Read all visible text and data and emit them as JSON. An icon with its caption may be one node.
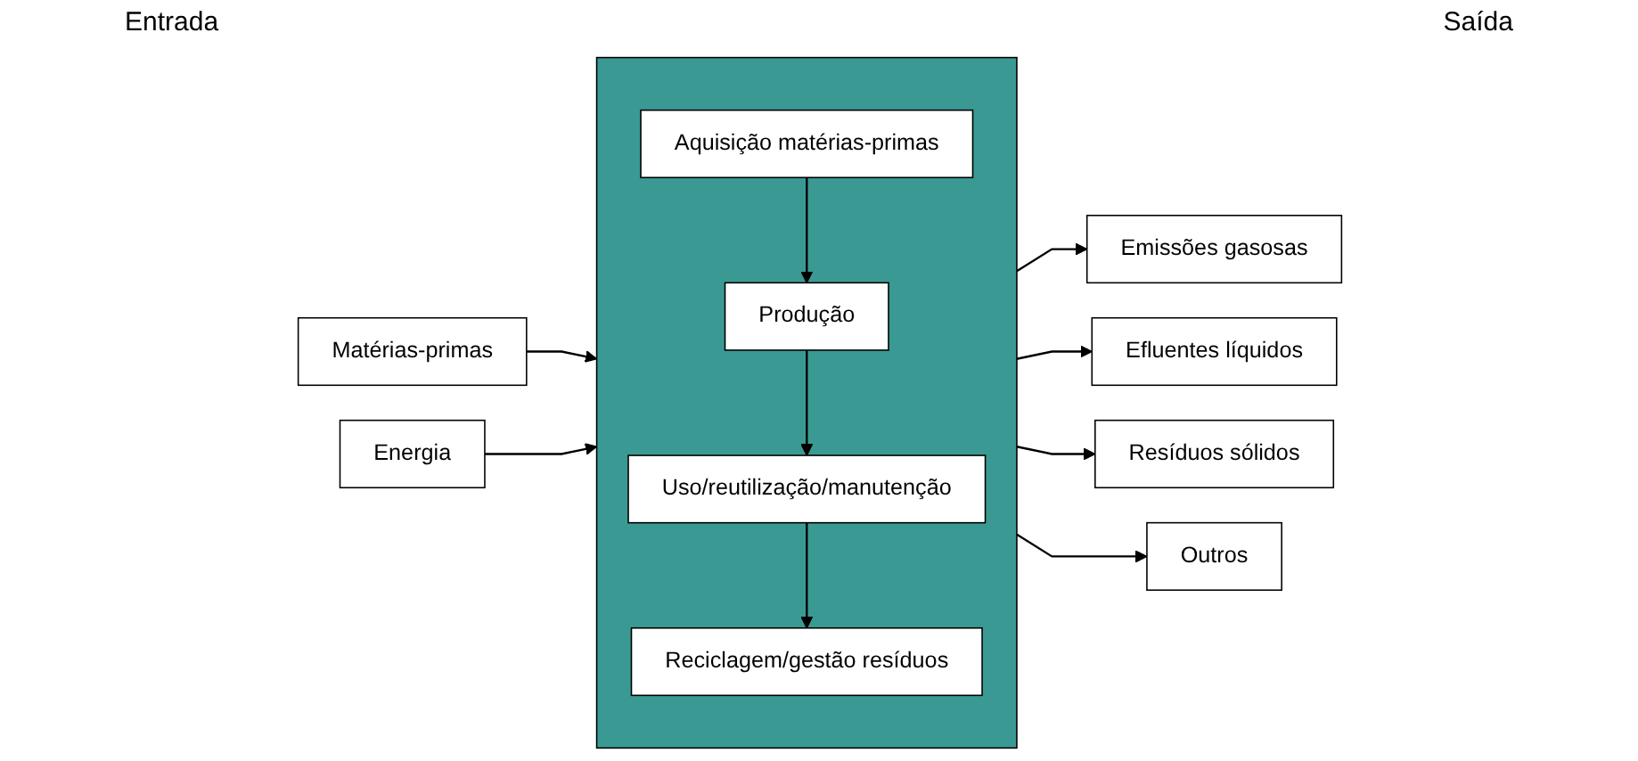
{
  "diagram": {
    "nodes": [
      {
        "text": [],
        "shape": "box"
      },
      {
        "text": [
          "Aquisição matérias-primas"
        ],
        "in": 0
      },
      {
        "text": [
          "Produção"
        ],
        "in": 0
      },
      {
        "text": [
          "Uso/reutilização/manutenção"
        ],
        "in": 0
      },
      {
        "text": [
          "Reciclagem/gestão resíduos"
        ],
        "in": 0
      },
      {
        "text": [
          "Matérias-primas"
        ]
      },
      {
        "text": [
          "Energia"
        ]
      },
      {
        "text": [
          "Emissões gasosas"
        ]
      },
      {
        "text": [
          "Efluentes líquidos"
        ]
      },
      {
        "text": [
          "Resíduos sólidos"
        ]
      },
      {
        "text": [
          "Outros"
        ]
      }
    ],
    "edges": [
      {
        "from": 5,
        "to": 0,
        "arrow": "to"
      },
      {
        "from": 6,
        "to": 0,
        "arrow": "to"
      },
      {
        "from": 1,
        "to": 2,
        "arrow": "to"
      },
      {
        "from": 2,
        "to": 3,
        "arrow": "to"
      },
      {
        "from": 3,
        "to": 4,
        "arrow": "to"
      },
      {
        "from": 0,
        "to": 7,
        "arrow": "to"
      },
      {
        "from": 0,
        "to": 8,
        "arrow": "to"
      },
      {
        "from": 0,
        "to": 9,
        "arrow": "to"
      },
      {
        "from": 0,
        "to": 10,
        "arrow": "to"
      }
    ],
    "labels": [
      "Entrada",
      "Saída"
    ]
  }
}
